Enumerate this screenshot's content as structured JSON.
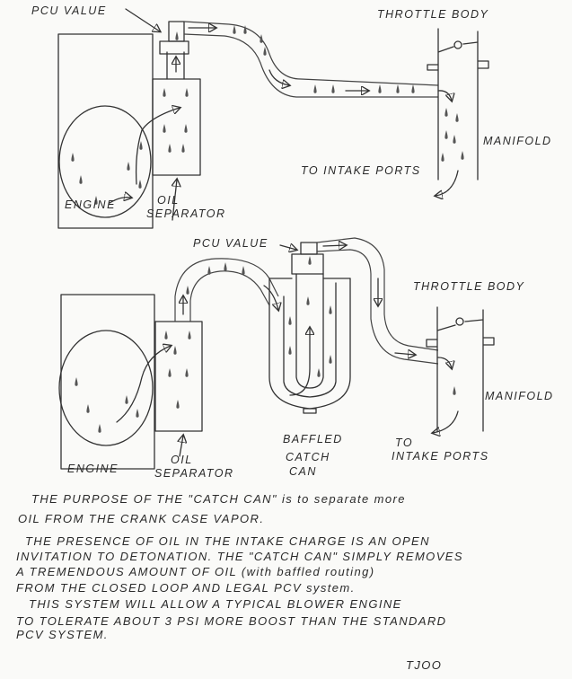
{
  "top_diagram": {
    "labels": {
      "pcv_valve": "PCU VALUE",
      "throttle_body": "THROTTLE BODY",
      "manifold": "MANIFOLD",
      "to_intake_ports": "TO INTAKE PORTS",
      "engine": "ENGINE",
      "oil_separator_1": "OIL",
      "oil_separator_2": "SEPARATOR"
    }
  },
  "bottom_diagram": {
    "labels": {
      "pcv_valve": "PCU VALUE",
      "throttle_body": "THROTTLE BODY",
      "manifold": "MANIFOLD",
      "to_intake_ports_1": "TO",
      "to_intake_ports_2": "INTAKE PORTS",
      "engine": "ENGINE",
      "oil_separator_1": "OIL",
      "oil_separator_2": "SEPARATOR",
      "catch_can_1": "BAFFLED",
      "catch_can_2": "CATCH",
      "catch_can_3": "CAN"
    }
  },
  "notes": [
    "THE PURPOSE OF THE \"CATCH CAN\" is to separate more",
    "OIL FROM THE CRANK CASE VAPOR.",
    "THE PRESENCE OF OIL IN THE INTAKE CHARGE IS AN OPEN",
    "INVITATION TO DETONATION. THE \"CATCH CAN\" SIMPLY REMOVES",
    "A TREMENDOUS AMOUNT OF OIL (with baffled routing)",
    "FROM THE CLOSED LOOP AND LEGAL PCV system.",
    "THIS SYSTEM WILL ALLOW A TYPICAL BLOWER ENGINE",
    "TO TOLERATE ABOUT 3 PSI MORE BOOST THAN THE STANDARD",
    "PCV SYSTEM."
  ],
  "signature": "TJOO"
}
